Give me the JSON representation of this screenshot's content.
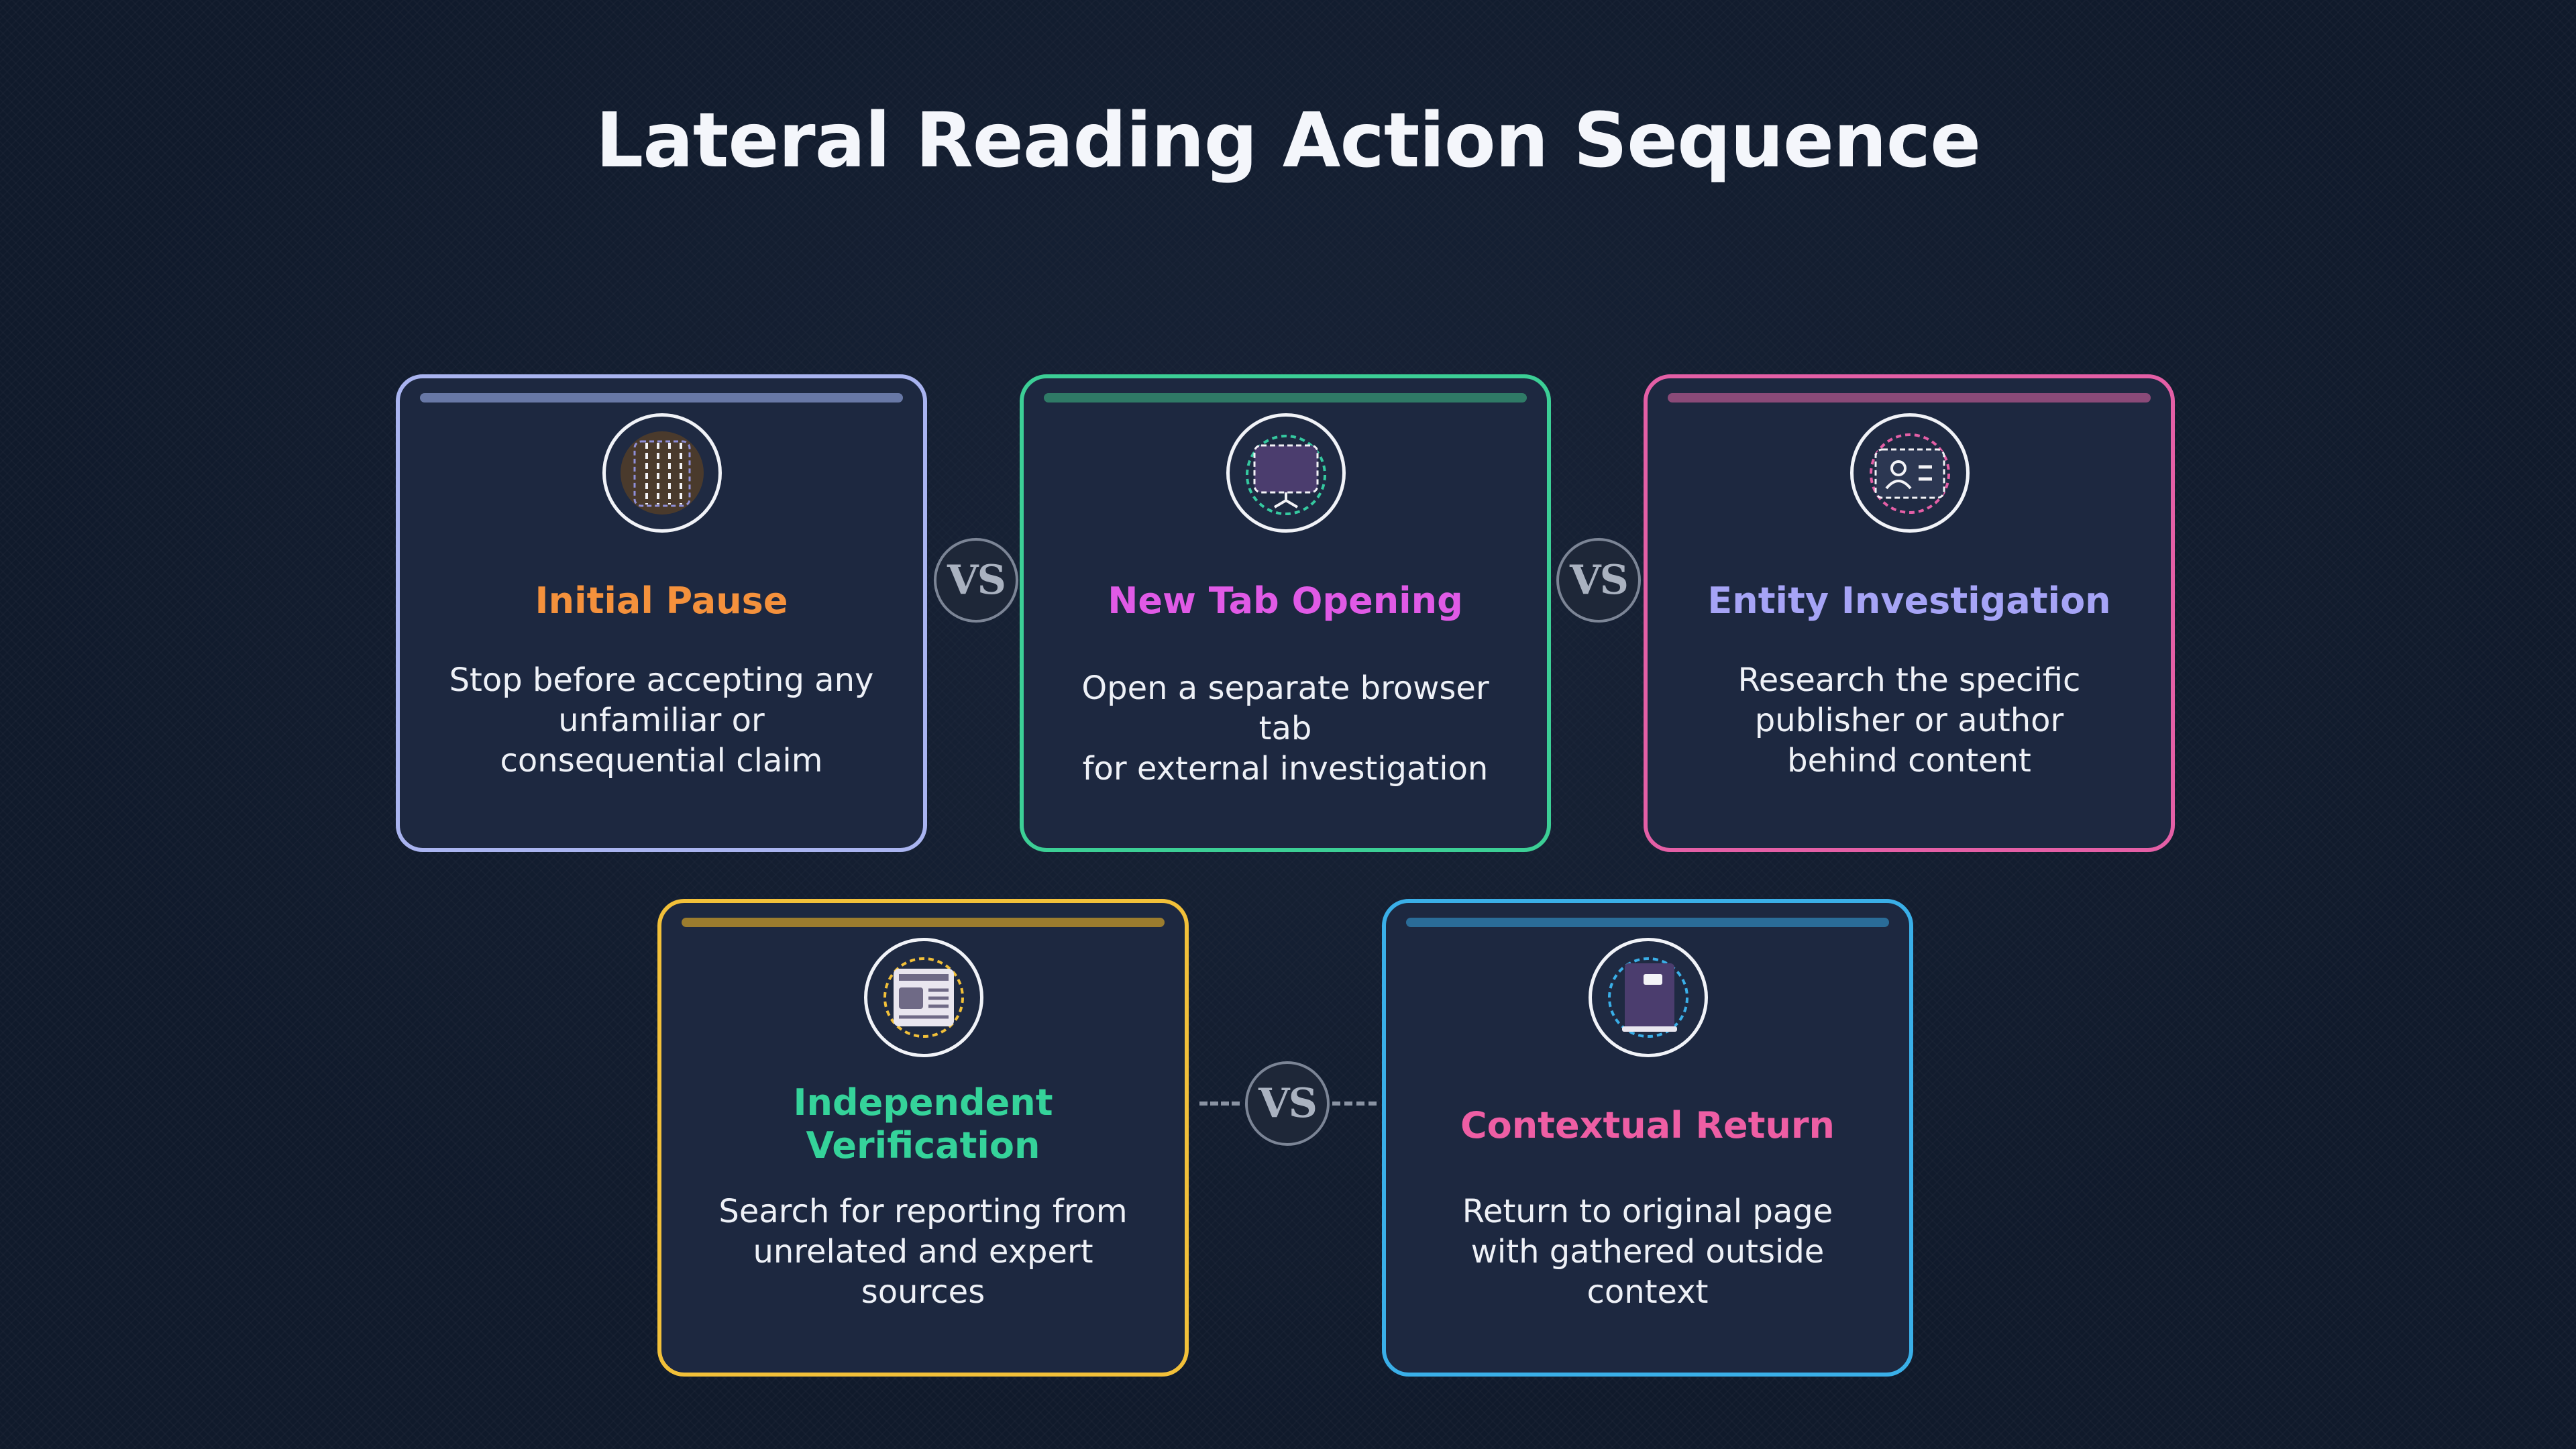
{
  "title": "Lateral Reading Action Sequence",
  "steps": [
    {
      "title": "Initial Pause",
      "description": "Stop before accepting any\nunfamiliar or\nconsequential claim",
      "icon": "pause-bars-icon",
      "border_color": "#a9b4f0",
      "bar_color": "#6878a6",
      "title_color": "#f4913c"
    },
    {
      "title": "New Tab Opening",
      "description": "Open a separate browser tab\nfor external investigation",
      "icon": "browser-window-icon",
      "border_color": "#3ccf96",
      "bar_color": "#2f7a66",
      "title_color": "#e05ae6"
    },
    {
      "title": "Entity Investigation",
      "description": "Research the specific\npublisher or author\nbehind content",
      "icon": "id-card-icon",
      "border_color": "#e45fa6",
      "bar_color": "#8a4a78",
      "title_color": "#a6a4f6"
    },
    {
      "title": "Independent\nVerification",
      "description": "Search for reporting from\nunrelated and expert sources",
      "icon": "newspaper-icon",
      "border_color": "#f2c039",
      "bar_color": "#9b7c2e",
      "title_color": "#35d39a"
    },
    {
      "title": "Contextual Return",
      "description": "Return to original page\nwith gathered outside context",
      "icon": "book-icon",
      "border_color": "#3aafe8",
      "bar_color": "#2a6c98",
      "title_color": "#ee5ea4"
    }
  ],
  "connector_label": "VS"
}
